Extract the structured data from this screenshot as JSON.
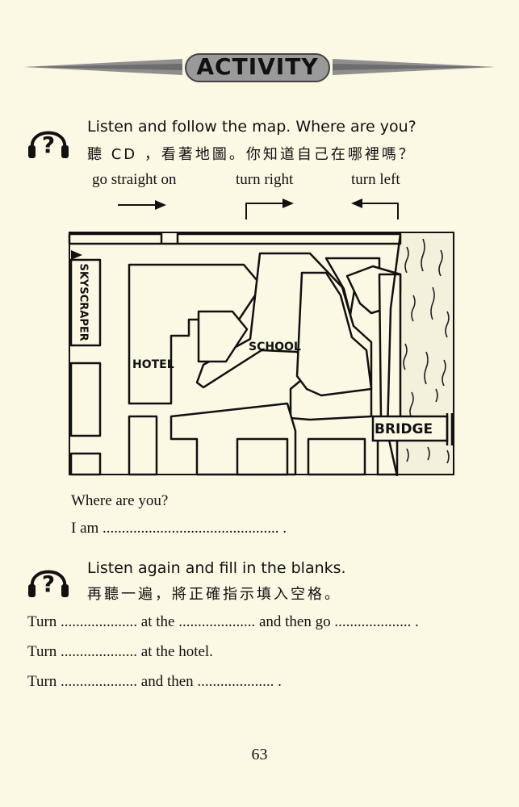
{
  "banner": {
    "title": "ACTIVITY"
  },
  "section1": {
    "heading": "Listen and follow the map. Where are you?",
    "chinese": "聽 CD ，看著地圖。你知道自己在哪裡嗎？",
    "directions": [
      {
        "label": "go straight on",
        "icon": "arrow-right-icon"
      },
      {
        "label": "turn right",
        "icon": "turn-right-arrow-icon"
      },
      {
        "label": "turn left",
        "icon": "turn-left-arrow-icon"
      }
    ],
    "map": {
      "labels": {
        "skyscraper": "SKYSCRAPER",
        "school": "SCHOOL",
        "hotel": "HOTEL",
        "bridge": "BRIDGE"
      }
    },
    "question": "Where are you?",
    "answer_line": "I am .............................................. ."
  },
  "section2": {
    "heading": "Listen again and fill in the blanks.",
    "chinese": "再聽一遍，將正確指示填入空格。",
    "lines": [
      "Turn .................... at the .................... and then go .................... .",
      "Turn .................... at the hotel.",
      "Turn .................... and then .................... ."
    ]
  },
  "page_number": "63"
}
